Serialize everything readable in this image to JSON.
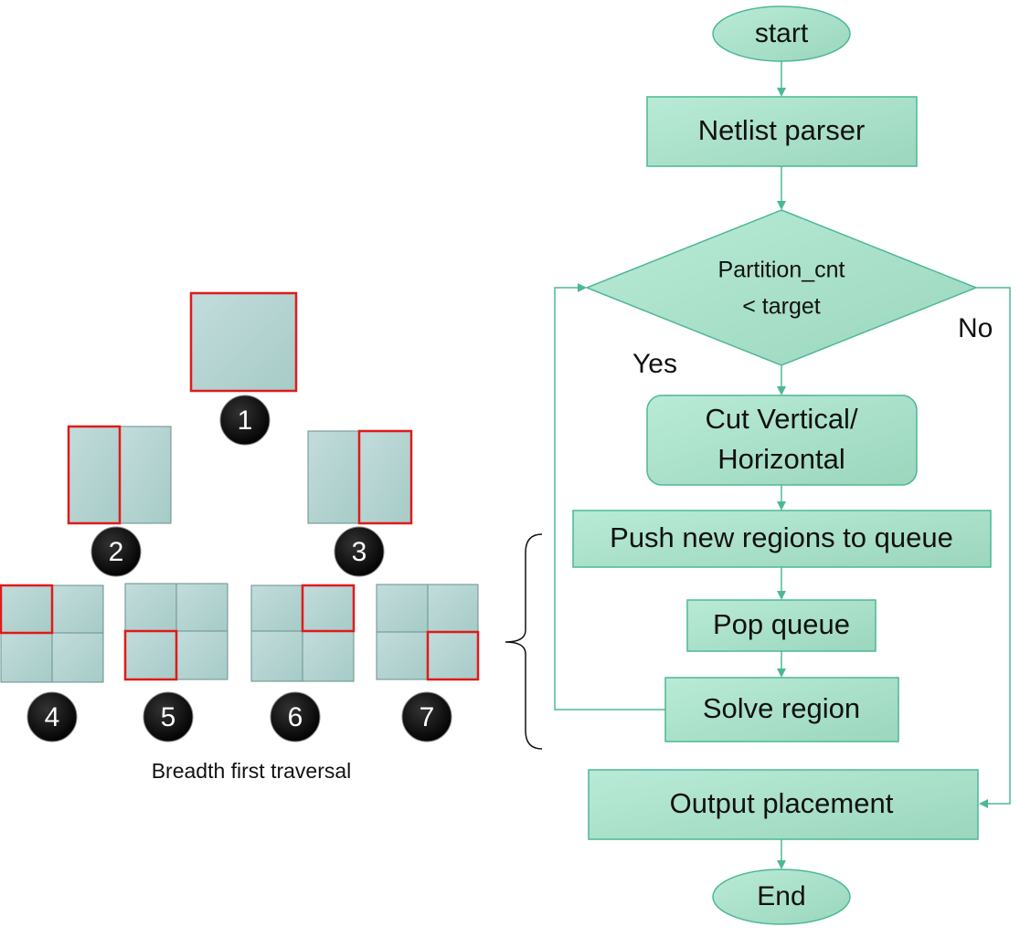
{
  "flowchart": {
    "start": "start",
    "netlist_parser": "Netlist parser",
    "decision_line1": "Partition_cnt",
    "decision_line2": "< target",
    "yes": "Yes",
    "no": "No",
    "cut_line1": "Cut Vertical/",
    "cut_line2": "Horizontal",
    "push": "Push new regions to queue",
    "pop": "Pop queue",
    "solve": "Solve region",
    "output": "Output placement",
    "end": "End"
  },
  "traversal": {
    "caption": "Breadth first traversal",
    "badges": [
      "1",
      "2",
      "3",
      "4",
      "5",
      "6",
      "7"
    ]
  },
  "colors": {
    "node_fill_light": "#b4e6d2",
    "node_fill_dark": "#9ed8be",
    "node_stroke": "#4cb896",
    "arrow": "#4cb896",
    "region_fill": "#b8d6d4",
    "highlight": "#e01a1a",
    "badge": "#111111"
  }
}
